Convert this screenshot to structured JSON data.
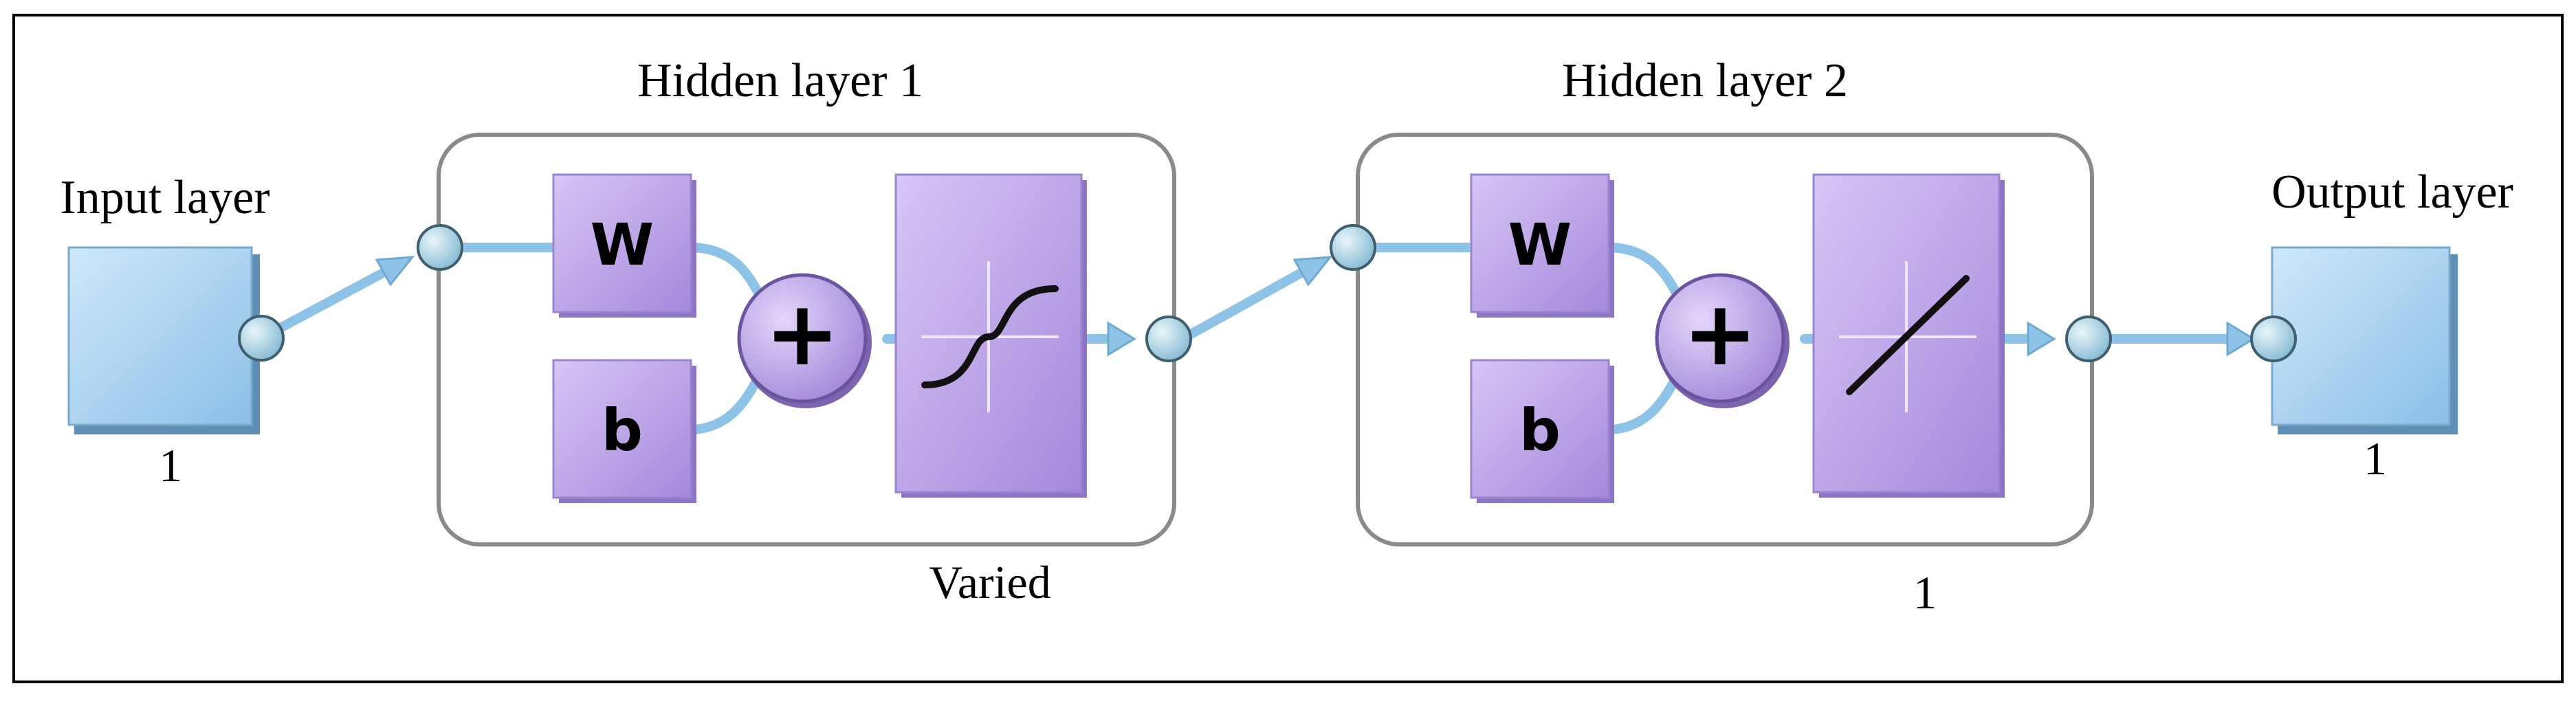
{
  "labels": {
    "input_layer": "Input layer",
    "hidden_layer_1": "Hidden layer 1",
    "hidden_layer_2": "Hidden layer 2",
    "output_layer": "Output layer"
  },
  "sizes": {
    "input": "1",
    "hidden_1": "Varied",
    "hidden_2": "1",
    "output": "1"
  },
  "blocks": {
    "weight": "W",
    "bias": "b",
    "sum": "+"
  },
  "transfer_functions": {
    "hidden_1": "sigmoid",
    "hidden_2": "linear"
  },
  "colors": {
    "layer_fill": "#a9d3f1",
    "block_fill": "#b89ee6",
    "connection": "#8ec3e8",
    "node": "#9fcfe6",
    "frame": "#8a8a8a",
    "border": "#000000"
  }
}
